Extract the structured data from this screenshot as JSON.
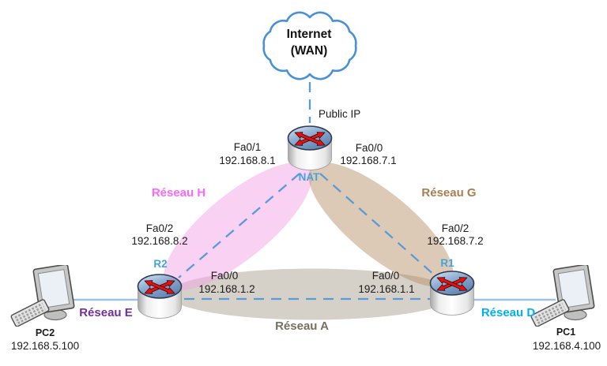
{
  "cloud": {
    "line1": "Internet",
    "line2": "(WAN)"
  },
  "wan_link_label": "Public IP",
  "routers": {
    "nat": {
      "name": "NAT",
      "if_left": "Fa0/1",
      "ip_left": "192.168.8.1",
      "if_right": "Fa0/0",
      "ip_right": "192.168.7.1"
    },
    "r2": {
      "name": "R2",
      "if_wan": "Fa0/2",
      "ip_wan": "192.168.8.2",
      "if_lan": "Fa0/0",
      "ip_lan": "192.168.1.2"
    },
    "r1": {
      "name": "R1",
      "if_wan": "Fa0/2",
      "ip_wan": "192.168.7.2",
      "if_lan": "Fa0/0",
      "ip_lan": "192.168.1.1"
    }
  },
  "pcs": {
    "pc2": {
      "name": "PC2",
      "ip": "192.168.5.100"
    },
    "pc1": {
      "name": "PC1",
      "ip": "192.168.4.100"
    }
  },
  "networks": {
    "h": {
      "label": "Réseau H",
      "label_color": "#FF66FF",
      "band_color": "#F2A3E8"
    },
    "g": {
      "label": "Réseau G",
      "label_color": "#A97E52",
      "band_color": "#B48A5E"
    },
    "a": {
      "label": "Réseau A",
      "label_color": "#77705F",
      "band_color": "#D5D1C8"
    },
    "e": {
      "label": "Réseau E",
      "label_color": "#7030A0"
    },
    "d": {
      "label": "Réseau D",
      "label_color": "#00B0F0"
    }
  },
  "colors": {
    "dashed_link": "#5B9BD5",
    "solid_link": "#9CC3E6",
    "router_name": "#41A5DC",
    "cloud_outline": "#4A90D9"
  }
}
